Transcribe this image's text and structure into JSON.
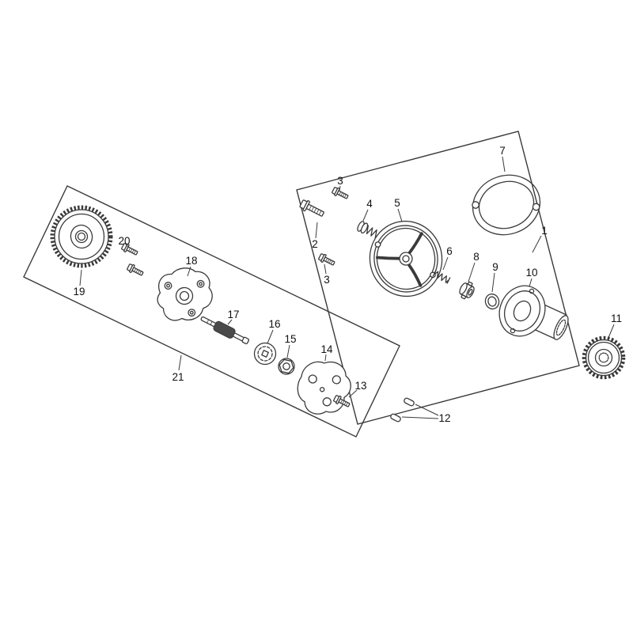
{
  "diagram": {
    "colors": {
      "background": "#ffffff",
      "line": "#3a3a3a",
      "label": "#111111"
    },
    "callouts": [
      "1",
      "2",
      "3",
      "3",
      "4",
      "5",
      "6",
      "7",
      "8",
      "9",
      "10",
      "11",
      "12",
      "13",
      "14",
      "15",
      "16",
      "17",
      "18",
      "19",
      "20",
      "21"
    ]
  }
}
